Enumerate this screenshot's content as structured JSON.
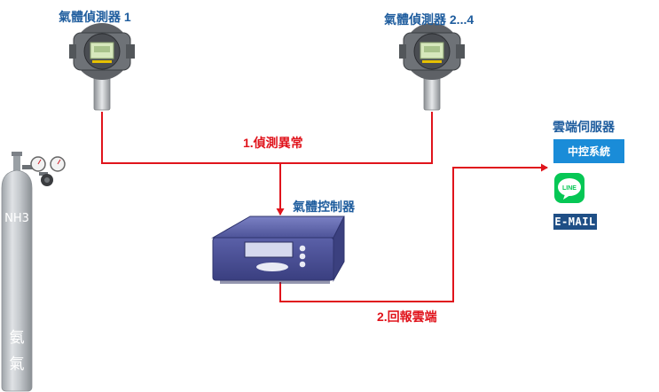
{
  "detector_1": {
    "label": "氣體偵測器 1"
  },
  "detector_2": {
    "label": "氣體偵測器 2...4"
  },
  "controller": {
    "label": "氣體控制器"
  },
  "cloud": {
    "title": "雲端伺服器",
    "central_system": "中控系統",
    "line_label": "LINE",
    "email_label": "E-MAIL"
  },
  "flows": {
    "step1": "1.偵測異常",
    "step2": "2.回報雲端"
  },
  "cylinder": {
    "gas_formula": "NH3",
    "name_char1": "氨",
    "name_char2": "氣"
  },
  "colors": {
    "line_red": "#e0141c",
    "label_blue": "#1f5d9e",
    "badge_blue": "#1a8cd8",
    "email_navy": "#1f4f86",
    "line_green": "#06c755"
  }
}
